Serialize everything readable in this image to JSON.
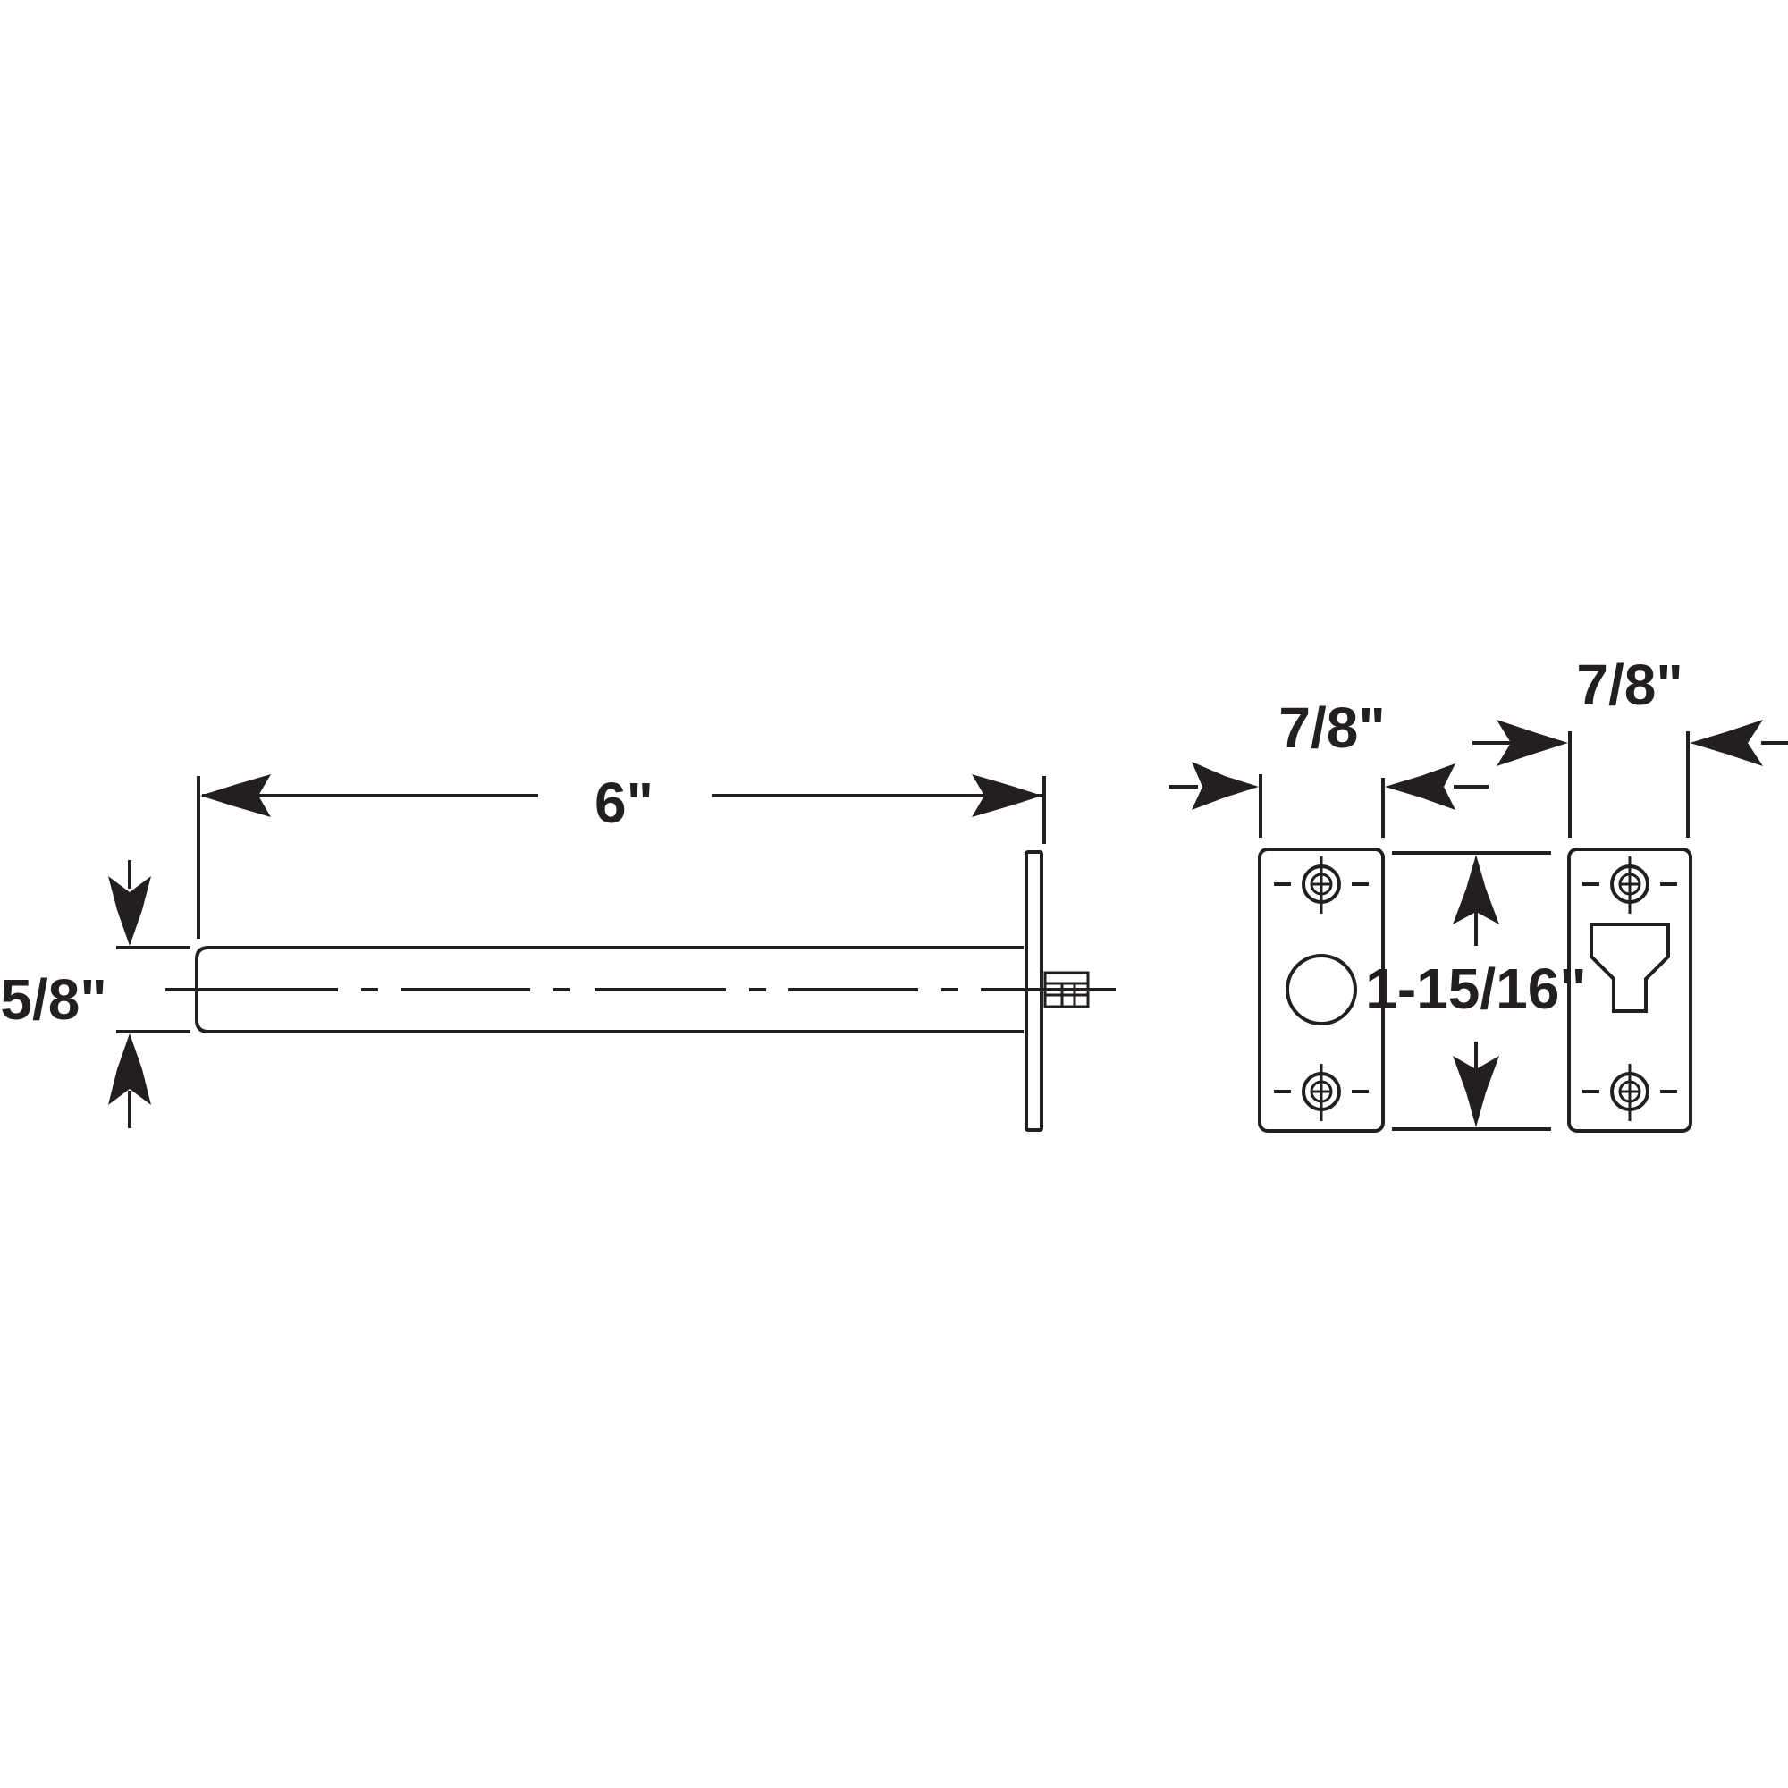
{
  "diagram": {
    "views": [
      {
        "name": "side-view",
        "dimensions": {
          "length": "6\"",
          "diameter": "5/8\""
        }
      },
      {
        "name": "strike-plate-round-hole",
        "dimensions": {
          "width": "7/8\"",
          "height": "1-15/16\""
        }
      },
      {
        "name": "strike-plate-keyhole",
        "dimensions": {
          "width": "7/8\""
        }
      }
    ],
    "colors": {
      "line": "#231f20",
      "background": "#ffffff"
    }
  }
}
